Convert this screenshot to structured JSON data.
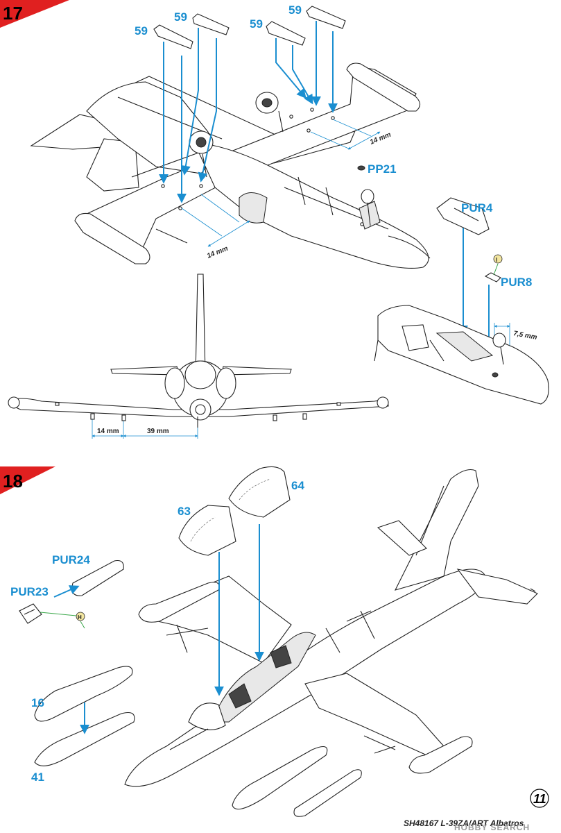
{
  "steps": [
    {
      "number": "17"
    },
    {
      "number": "18"
    }
  ],
  "step17": {
    "labels": {
      "p59a": "59",
      "p59b": "59",
      "p59c": "59",
      "p59d": "59",
      "pp21": "PP21",
      "pur4": "PUR4",
      "pur8": "PUR8"
    },
    "dims": {
      "d14_right": "14 mm",
      "d14_left": "14 mm",
      "d75": "7,5 mm",
      "d14_front": "14 mm",
      "d39_front": "39 mm"
    },
    "circle_label": "I"
  },
  "step18": {
    "labels": {
      "p63": "63",
      "p64": "64",
      "pur24": "PUR24",
      "pur23": "PUR23",
      "p16": "16",
      "p41": "41"
    },
    "circle_label": "H"
  },
  "footer": {
    "page_number": "11",
    "product": "SH48167 L-39ZA/ART Albatros",
    "watermark": "HOBBY SEARCH"
  },
  "colors": {
    "accent": "#1a8ed0",
    "step_banner": "#e02020",
    "pointer": "#3aa84a"
  }
}
